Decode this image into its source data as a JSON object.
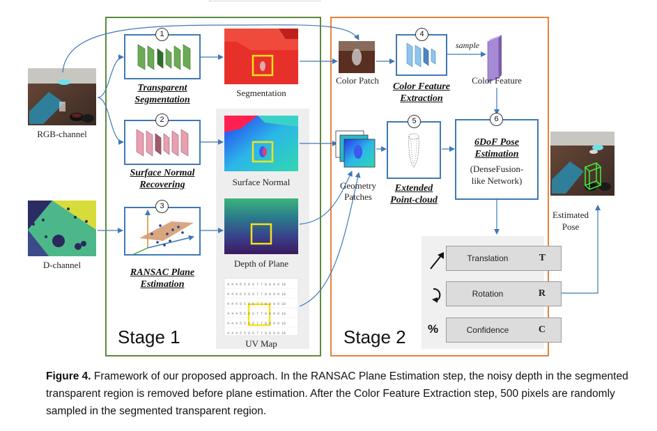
{
  "stages": {
    "stage1": "Stage 1",
    "stage2": "Stage 2"
  },
  "inputs": {
    "rgb": "RGB-channel",
    "depth": "D-channel"
  },
  "step_numbers": [
    "1",
    "2",
    "3",
    "4",
    "5",
    "6"
  ],
  "steps": {
    "s1": [
      "Transparent",
      "Segmentation"
    ],
    "s2": [
      "Surface Normal",
      "Recovering"
    ],
    "s3": [
      "RANSAC Plane",
      "Estimation"
    ],
    "s4": [
      "Color Feature",
      "Extraction"
    ],
    "s5": [
      "Extended",
      "Point-cloud"
    ],
    "s6": [
      "6DoF Pose",
      "Estimation"
    ],
    "s6_sub": [
      "(DenseFusion-",
      "like Network)"
    ]
  },
  "maps": {
    "segmentation": "Segmentation",
    "surface_normal": "Surface Normal",
    "depth_plane": "Depth of Plane",
    "uv_map": "UV Map",
    "uv_digits": [
      "4 4 4 5 5 6 6 7 7 8 8 9 9 10",
      "4 4 4 5 5 6 6 7 7 8 8 9 9 10",
      "4 4 4 5 5 6 6 7 7 8 8 9 9 10",
      "4 4 4 5 5 6 6 7 7 8 8 9 9 10",
      "4 4 4 5 5 6 6 7 7 8 8 9 9 10",
      "4 4 4 5 5 6 6 7 7 8 8 9 9 10"
    ]
  },
  "stage2_labels": {
    "color_patch": "Color Patch",
    "sample": "sample",
    "color_feature": "Color Feature",
    "geometry_patches": [
      "Geometry",
      "Patches"
    ],
    "estimated_pose": [
      "Estimated",
      "Pose"
    ]
  },
  "outputs": [
    {
      "name": "Translation",
      "symbol": "T",
      "icon": "arrow-diagonal-icon"
    },
    {
      "name": "Rotation",
      "symbol": "R",
      "icon": "rotation-icon"
    },
    {
      "name": "Confidence",
      "symbol": "C",
      "icon": "%"
    }
  ],
  "caption": {
    "figure_label": "Figure 4.",
    "text": " Framework of our proposed approach. In the RANSAC Plane Estimation step, the noisy depth in the segmented transparent region is removed before plane estimation. After the Color Feature Extraction step, 500 pixels are randomly sampled in the segmented transparent region."
  },
  "colors": {
    "stage1_border": "#5a8a3a",
    "stage2_border": "#e8823a",
    "box_border": "#3f78b5",
    "arrow": "#3f78b5",
    "segmentation_red": "#e8302a",
    "highlight_yellow": "#f5e21a",
    "pose_box_green": "#3ef03e"
  }
}
